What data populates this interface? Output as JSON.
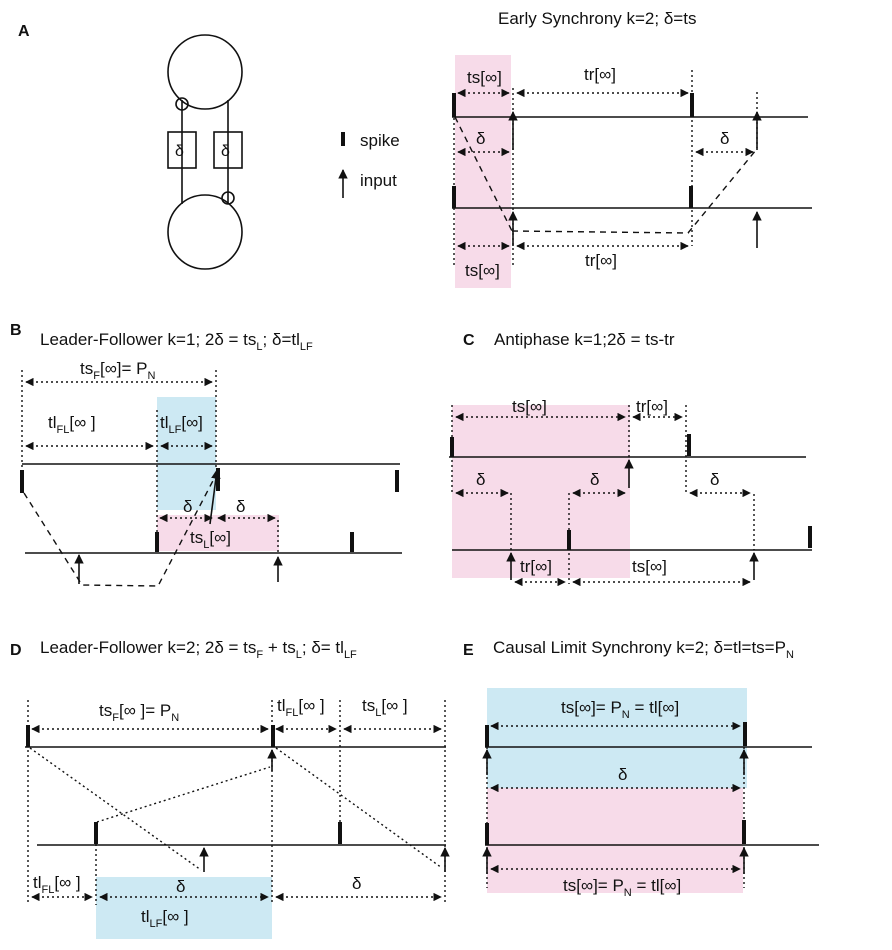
{
  "panels": {
    "A": {
      "letter": "A",
      "title": "Early Synchrony k=2; δ=ts",
      "legend_spike": "spike",
      "legend_input": "input",
      "delay_symbol": "δ",
      "labels": {
        "ts_top": "ts[∞]",
        "tr_top": "tr[∞]",
        "delta_left": "δ",
        "delta_right": "δ",
        "ts_bottom": "ts[∞]",
        "tr_bottom": "tr[∞]"
      }
    },
    "B": {
      "letter": "B",
      "title": "Leader-Follower k=1; 2δ = ts",
      "title_sub1": "L",
      "title_mid": "; δ=tl",
      "title_sub2": "LF",
      "labels": {
        "tsF": "ts",
        "tsF_sub": "F",
        "tsF_rest": "[∞]= P",
        "tsF_sub2": "N",
        "tlFL": "tl",
        "tlFL_sub": "FL",
        "tlFL_rest": "[∞ ]",
        "tlLF": "tl",
        "tlLF_sub": "LF",
        "tlLF_rest": "[∞]",
        "delta1": "δ",
        "delta2": "δ",
        "tsL": "ts",
        "tsL_sub": "L",
        "tsL_rest": "[∞]"
      }
    },
    "C": {
      "letter": "C",
      "title": "Antiphase k=1;2δ = ts-tr",
      "labels": {
        "ts_top": "ts[∞]",
        "tr_top": "tr[∞]",
        "delta1": "δ",
        "delta2": "δ",
        "delta3": "δ",
        "tr_bottom": "tr[∞]",
        "ts_bottom": "ts[∞]"
      }
    },
    "D": {
      "letter": "D",
      "title": "Leader-Follower k=2; 2δ = ts",
      "title_sub1": "F",
      "title_mid1": " + ts",
      "title_sub2": "L",
      "title_mid2": "; δ= tl",
      "title_sub3": "LF",
      "labels": {
        "tsF": "ts",
        "tsF_sub": "F",
        "tsF_rest": "[∞ ]= P",
        "tsF_sub2": "N",
        "tlFL": "tl",
        "tlFL_sub": "FL",
        "tlFL_rest": "[∞ ]",
        "tsL": "ts",
        "tsL_sub": "L",
        "tsL_rest": "[∞ ]",
        "tlFL_b": "tl",
        "tlFL_b_sub": "FL",
        "tlFL_b_rest": "[∞ ]",
        "delta1": "δ",
        "tlLF": "tl",
        "tlLF_sub": "LF",
        "tlLF_rest": "[∞ ]",
        "delta2": "δ"
      }
    },
    "E": {
      "letter": "E",
      "title": "Causal Limit Synchrony k=2; δ=tl=ts=P",
      "title_sub": "N",
      "labels": {
        "top": "ts[∞]= P",
        "top_sub": "N",
        "top_rest": " = tl[∞]",
        "delta": "δ",
        "bottom": "ts[∞]= P",
        "bottom_sub": "N",
        "bottom_rest": " = tl[∞]"
      }
    }
  },
  "colors": {
    "pink": "#f7dbe9",
    "blue": "#cde9f3",
    "ink": "#111111"
  }
}
